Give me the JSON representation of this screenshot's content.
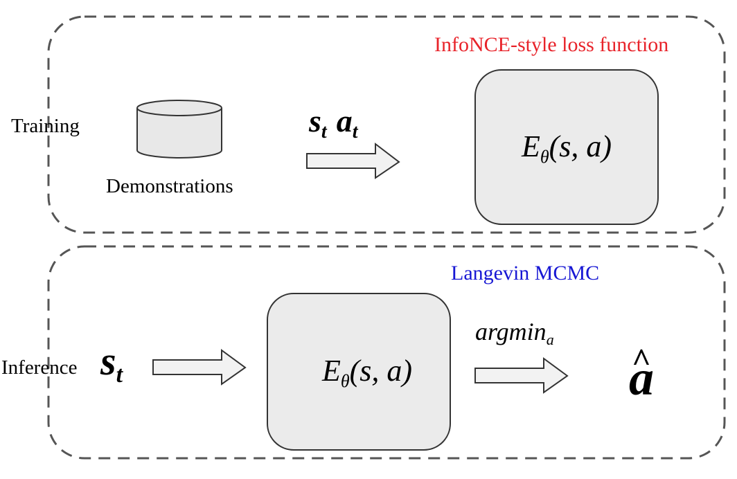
{
  "colors": {
    "border": "#555555",
    "box_fill": "#ebebeb",
    "box_stroke": "#333333",
    "arrow_fill": "#f2f2f2",
    "arrow_stroke": "#333333",
    "cylinder_fill": "#e8e8e8",
    "text": "#000000",
    "training_annotation": "#e8232a",
    "inference_annotation": "#1717d4"
  },
  "training": {
    "stage_label": "Training",
    "dataset_label": "Demonstrations",
    "dataset_icon": "database-cylinder-icon",
    "arrow_symbol_s": "s",
    "arrow_symbol_s_sub": "t",
    "arrow_symbol_a": "a",
    "arrow_symbol_a_sub": "t",
    "energy_E": "E",
    "energy_sub": "θ",
    "energy_args": "(s, a)",
    "loss_label": "InfoNCE-style loss function"
  },
  "inference": {
    "stage_label": "Inference",
    "input_s": "s",
    "input_s_sub": "t",
    "energy_E": "E",
    "energy_sub": "θ",
    "energy_args": "(s, a)",
    "argmin_text": "argmin",
    "argmin_sub": "a",
    "output_hat": "^",
    "output_a": "a",
    "sampler_label": "Langevin MCMC"
  }
}
